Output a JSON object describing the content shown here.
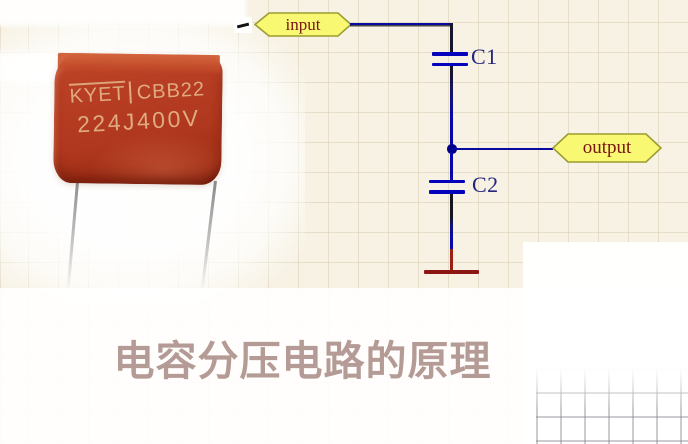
{
  "caption": {
    "title": "电容分压电路的原理"
  },
  "schematic": {
    "ports": {
      "input": "input",
      "output": "output"
    },
    "components": {
      "c1": "C1",
      "c2": "C2"
    },
    "colors": {
      "wire": "#0a0aa0",
      "plate": "#0404bc",
      "component_label": "#26267f",
      "port_fill": "#f8f873",
      "port_border": "#9c9c30",
      "port_text": "#7a1414",
      "ground": "#8c1712"
    }
  },
  "capacitor_photo": {
    "brand": "KYET",
    "series": "CBB22",
    "marking": "224J400V",
    "body_color": "#b23a22"
  }
}
